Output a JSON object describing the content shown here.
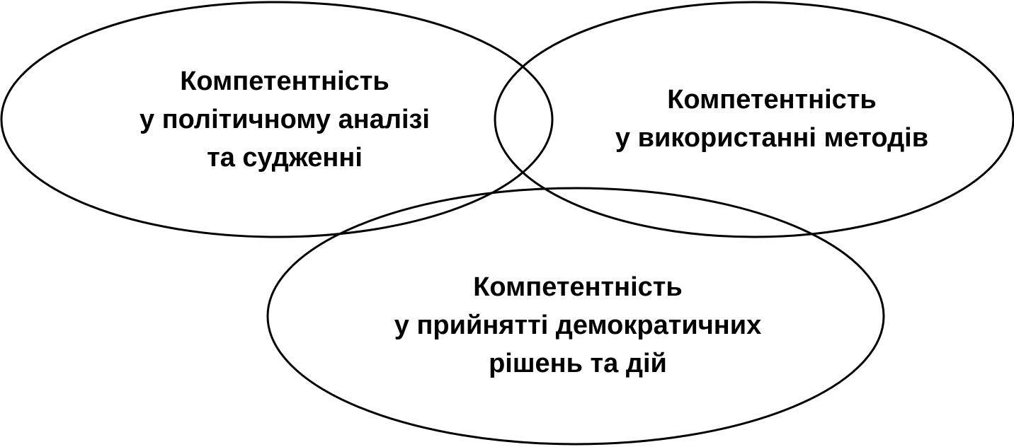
{
  "diagram": {
    "circles": [
      {
        "id": "political-analysis",
        "lines": [
          "Компетентність",
          "у політичному аналізі",
          "та судженні"
        ]
      },
      {
        "id": "methods-use",
        "lines": [
          "Компетентність",
          "у використанні методів"
        ]
      },
      {
        "id": "democratic-decisions",
        "lines": [
          "Компетентність",
          "у прийнятті демократичних",
          "рішень та дій"
        ]
      }
    ],
    "colors": {
      "stroke": "#000000",
      "text": "#000000",
      "background": "#ffffff"
    }
  }
}
